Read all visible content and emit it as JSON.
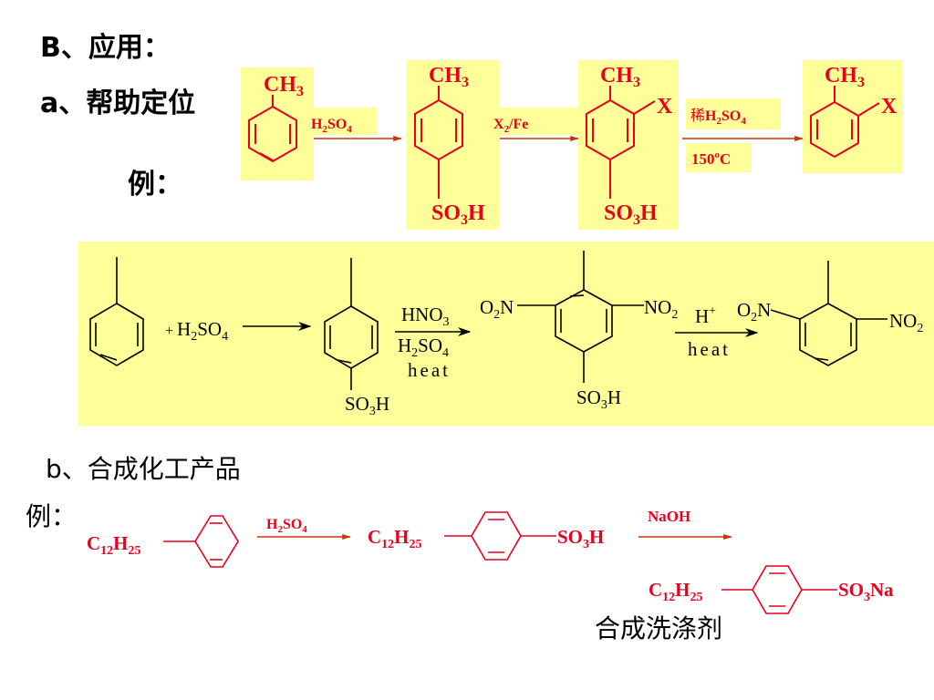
{
  "section_title": "B、应用：",
  "part_a": {
    "heading": "a、帮助定位",
    "example_label": "例：",
    "scheme1": {
      "start_substituent": "CH3",
      "step1_reagent": "H2SO4",
      "step2_reagent": "X2/Fe",
      "step3_reagent_line1": "稀H2SO4",
      "step3_reagent_line2": "150oC",
      "methyl": "CH3",
      "sulfonic": "SO3H",
      "halogen": "X"
    },
    "scheme2": {
      "plus_reagent": "+ H2SO4",
      "nitration_reagent1": "HNO3",
      "nitration_reagent2": "H2SO4",
      "nitration_condition": "heat",
      "desulf_reagent": "H+",
      "desulf_condition": "heat",
      "nitro_left": "O2N",
      "nitro_right": "NO2",
      "sulfonic": "SO3H"
    }
  },
  "part_b": {
    "heading": "b、合成化工产品",
    "example_label": "例：",
    "alkyl": "C12H25",
    "reagent1": "H2SO4",
    "reagent2": "NaOH",
    "sulfonic": "SO3H",
    "sulfonate": "SO3Na",
    "product_caption": "合成洗涤剂"
  },
  "colors": {
    "highlight": "#ffff99",
    "red": "#e8001c",
    "arrow_red": "#cc3300",
    "black": "#000000"
  }
}
